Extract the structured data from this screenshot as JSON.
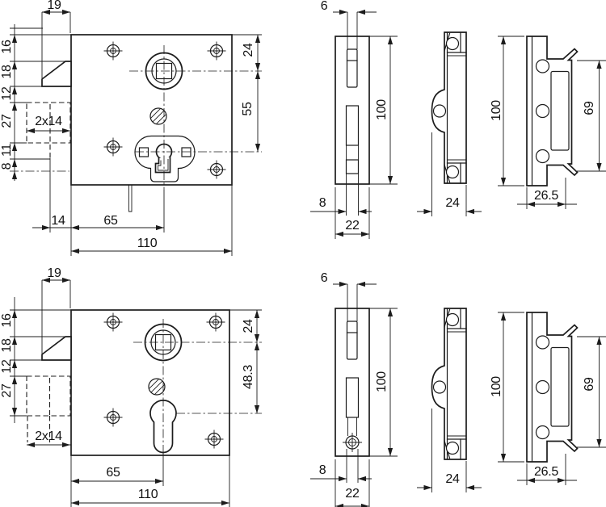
{
  "drawing": {
    "title": "lock-technical-drawing",
    "row1": {
      "lock": {
        "latch_width": "19",
        "chain": [
          "16",
          "18",
          "12",
          "27",
          "11",
          "8"
        ],
        "bolt_throw": "2x14",
        "latch_offset": "14",
        "backset": "65",
        "case_width": "110",
        "follower_offset": "24",
        "follower_to_keyhole": "55"
      },
      "faceplate": {
        "latch_slot_width": "6",
        "height": "100",
        "tab_width": "8",
        "width": "22"
      },
      "keeper_side": {
        "depth": "24"
      },
      "keeper_front": {
        "height": "100",
        "catch_height": "69",
        "depth": "26.5"
      }
    },
    "row2": {
      "lock": {
        "latch_width": "19",
        "chain": [
          "16",
          "18",
          "12",
          "27"
        ],
        "bolt_throw": "2x14",
        "backset": "65",
        "case_width": "110",
        "follower_offset": "24",
        "follower_to_cylinder": "48.3"
      },
      "faceplate": {
        "latch_slot_width": "6",
        "height": "100",
        "tab_width": "8",
        "width": "22"
      },
      "keeper_side": {
        "depth": "24"
      },
      "keeper_front": {
        "height": "100",
        "catch_height": "69",
        "depth": "26.5"
      }
    }
  }
}
